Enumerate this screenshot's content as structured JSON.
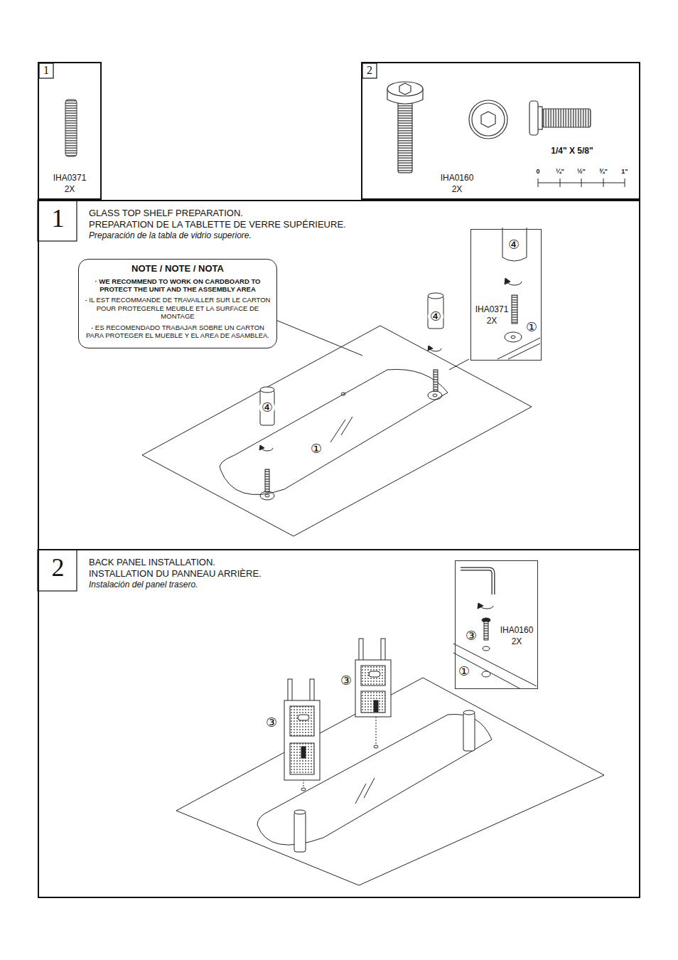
{
  "diagram": {
    "nodes": [
      {
        "text": [
          "1",
          "IHA0371",
          "2X"
        ]
      },
      {
        "text": [
          "2",
          "IHA0160",
          "2X",
          "1/4\" X 5/8\""
        ]
      },
      {
        "text": [
          "1",
          "GLASS TOP SHELF PREPARATION.",
          "PREPARATION DE LA TABLETTE DE VERRE SUPÉRIEURE.",
          "Preparación de la tabla de vidrio superiore."
        ]
      },
      {
        "text": [
          "NOTE / NOTE / NOTA",
          "· WE RECOMMEND TO WORK ON CARDBOARD TO PROTECT THE UNIT AND THE ASSEMBLY AREA",
          "- IL EST RECOMMANDE DE TRAVAILLER SUR LE CARTON POUR PROTEGERLE MEUBLE ET LA SURFACE DE MONTAGE",
          "- ES RECOMENDADO TRABAJAR SOBRE UN CARTON PARA PROTEGER EL MUEBLE Y EL AREA DE ASAMBLEA."
        ],
        "in": 2
      },
      {
        "text": [
          "④",
          "IHA0371",
          "2X",
          "①"
        ],
        "in": 2
      },
      {
        "text": [
          "2",
          "BACK PANEL INSTALLATION.",
          "INSTALLATION DU PANNEAU ARRIÈRE.",
          "Instalación del panel trasero."
        ]
      },
      {
        "text": [
          "IHA0160",
          "2X",
          "③",
          "①"
        ],
        "in": 5
      }
    ],
    "labels": [
      "0",
      "¼\"",
      "½\"",
      "¾\"",
      "1\"",
      "④",
      "④",
      "①",
      "③",
      "③"
    ]
  }
}
